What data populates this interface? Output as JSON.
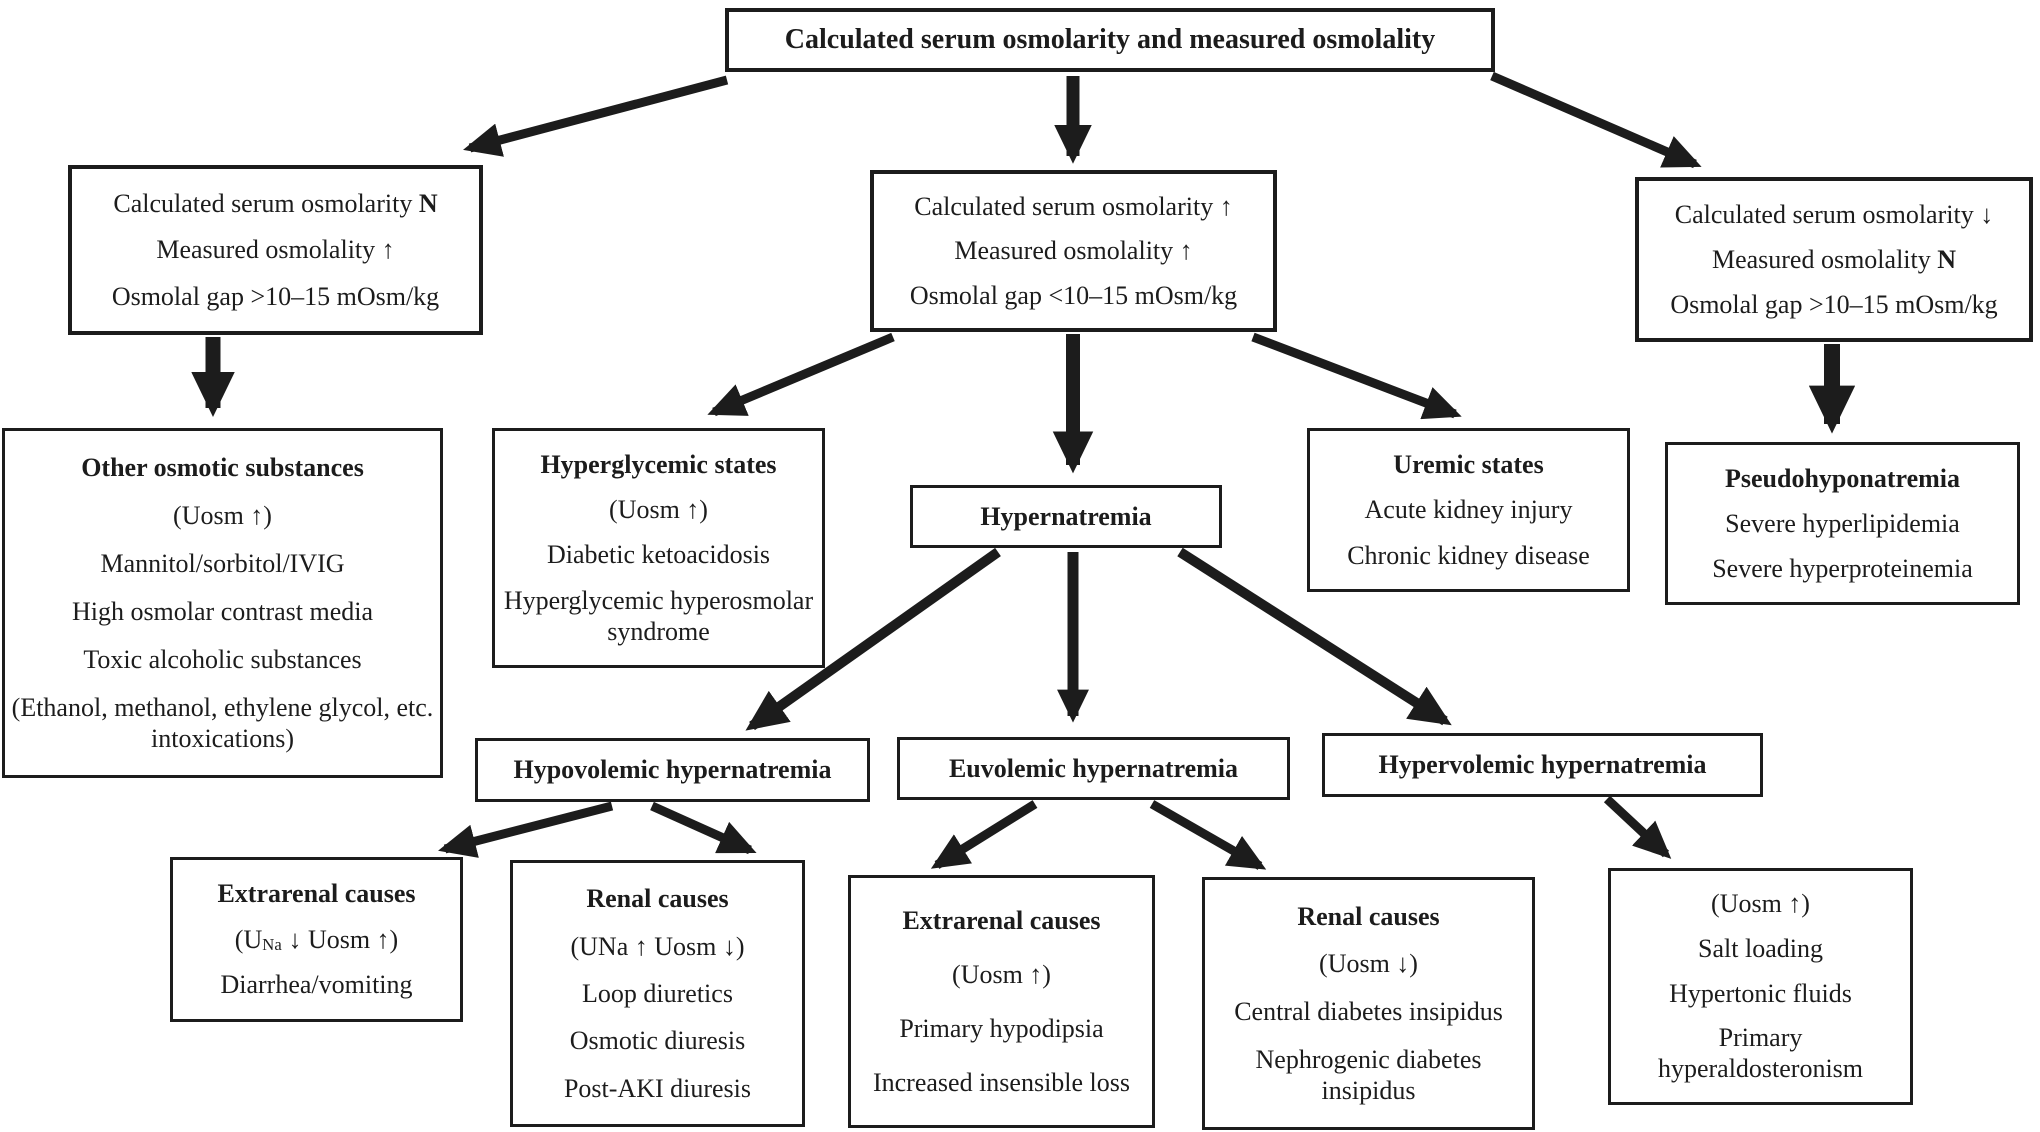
{
  "diagram": {
    "title": {
      "text": "Calculated serum osmolarity and measured osmolality"
    },
    "branch_normal_calc": {
      "line1_prefix": "Calculated serum osmolarity ",
      "line1_bold": "N",
      "line2": "Measured osmolality ↑",
      "line3": "Osmolal gap >10–15 mOsm/kg"
    },
    "branch_high_calc": {
      "line1": "Calculated serum osmolarity ↑",
      "line2": "Measured osmolality ↑",
      "line3": "Osmolal gap <10–15 mOsm/kg"
    },
    "branch_low_calc": {
      "line1": "Calculated serum osmolarity ↓",
      "line2_prefix": "Measured osmolality ",
      "line2_bold": "N",
      "line3": "Osmolal gap >10–15 mOsm/kg"
    },
    "other_osmotic": {
      "title": "Other osmotic substances",
      "lines": [
        "(Uosm ↑)",
        "Mannitol/sorbitol/IVIG",
        "High osmolar contrast media",
        "Toxic alcoholic substances",
        "(Ethanol, methanol, ethylene glycol, etc. intoxications)"
      ]
    },
    "hyperglycemic": {
      "title": "Hyperglycemic states",
      "lines": [
        "(Uosm ↑)",
        "Diabetic ketoacidosis",
        "Hyperglycemic hyperosmolar syndrome"
      ]
    },
    "hypernatremia": {
      "title": "Hypernatremia"
    },
    "uremic": {
      "title": "Uremic states",
      "lines": [
        "Acute kidney injury",
        "Chronic kidney disease"
      ]
    },
    "pseudohyponatremia": {
      "title": "Pseudohyponatremia",
      "lines": [
        "Severe hyperlipidemia",
        "Severe hyperproteinemia"
      ]
    },
    "hypovolemic": {
      "title": "Hypovolemic hypernatremia"
    },
    "euvolemic": {
      "title": "Euvolemic hypernatremia"
    },
    "hypervolemic": {
      "title": "Hypervolemic hypernatremia"
    },
    "extrarenal_hypovolemic": {
      "title": "Extrarenal causes",
      "una_prefix": "(U",
      "una_sub": "Na",
      "una_suffix": " ↓ Uosm ↑)",
      "lines": [
        "Diarrhea/vomiting"
      ]
    },
    "renal_hypovolemic": {
      "title": "Renal causes",
      "lines": [
        "(UNa ↑ Uosm ↓)",
        "Loop diuretics",
        "Osmotic diuresis",
        "Post-AKI diuresis"
      ]
    },
    "extrarenal_euvolemic": {
      "title": "Extrarenal causes",
      "lines": [
        "(Uosm ↑)",
        "Primary hypodipsia",
        "Increased insensible loss"
      ]
    },
    "renal_euvolemic": {
      "title": "Renal causes",
      "lines": [
        "(Uosm ↓)",
        "Central diabetes insipidus",
        "Nephrogenic diabetes insipidus"
      ]
    },
    "hypervolemic_causes": {
      "lines": [
        "(Uosm ↑)",
        "Salt loading",
        "Hypertonic fluids",
        "Primary hyperaldosteronism"
      ]
    },
    "edges": [
      {
        "from": "calculated-measured",
        "to": "calc-normal-measured-high"
      },
      {
        "from": "calculated-measured",
        "to": "calc-high-measured-high"
      },
      {
        "from": "calculated-measured",
        "to": "calc-low-measured-normal"
      },
      {
        "from": "calc-normal-measured-high",
        "to": "other-osmotic-substances"
      },
      {
        "from": "calc-high-measured-high",
        "to": "hyperglycemic-states"
      },
      {
        "from": "calc-high-measured-high",
        "to": "hypernatremia"
      },
      {
        "from": "calc-high-measured-high",
        "to": "uremic-states"
      },
      {
        "from": "calc-low-measured-normal",
        "to": "pseudohyponatremia"
      },
      {
        "from": "hypernatremia",
        "to": "hypovolemic-hypernatremia"
      },
      {
        "from": "hypernatremia",
        "to": "euvolemic-hypernatremia"
      },
      {
        "from": "hypernatremia",
        "to": "hypervolemic-hypernatremia"
      },
      {
        "from": "hypovolemic-hypernatremia",
        "to": "extrarenal-causes-hypovolemic"
      },
      {
        "from": "hypovolemic-hypernatremia",
        "to": "renal-causes-hypovolemic"
      },
      {
        "from": "euvolemic-hypernatremia",
        "to": "extrarenal-causes-euvolemic"
      },
      {
        "from": "euvolemic-hypernatremia",
        "to": "renal-causes-euvolemic"
      },
      {
        "from": "hypervolemic-hypernatremia",
        "to": "hypervolemic-causes"
      }
    ],
    "colors": {
      "ink": "#1c1c1c",
      "background": "#ffffff"
    }
  }
}
